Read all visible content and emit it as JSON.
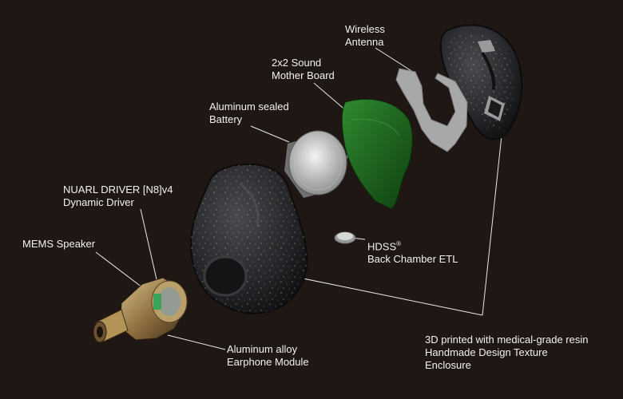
{
  "labels": {
    "wireless_antenna": [
      "Wireless",
      "Antenna"
    ],
    "mother_board": [
      "2x2 Sound",
      "Mother Board"
    ],
    "battery": [
      "Aluminum sealed",
      "Battery"
    ],
    "driver": [
      "NUARL DRIVER [N8]v4",
      "Dynamic Driver"
    ],
    "mems": [
      "MEMS Speaker"
    ],
    "hdss": {
      "line1": "HDSS",
      "mark": "®",
      "line2": "Back Chamber ETL"
    },
    "earphone_module": [
      "Aluminum alloy",
      "Earphone Module"
    ],
    "enclosure": [
      "3D printed with medical-grade resin",
      "Handmade Design Texture",
      "Enclosure"
    ]
  },
  "colors": {
    "background": "#1f1714",
    "board": "#1e6b1f",
    "antenna": "#a9a9a9",
    "battery": "#d8d8d8",
    "module": "#9a7b4b",
    "shell": "#2c2c30"
  }
}
